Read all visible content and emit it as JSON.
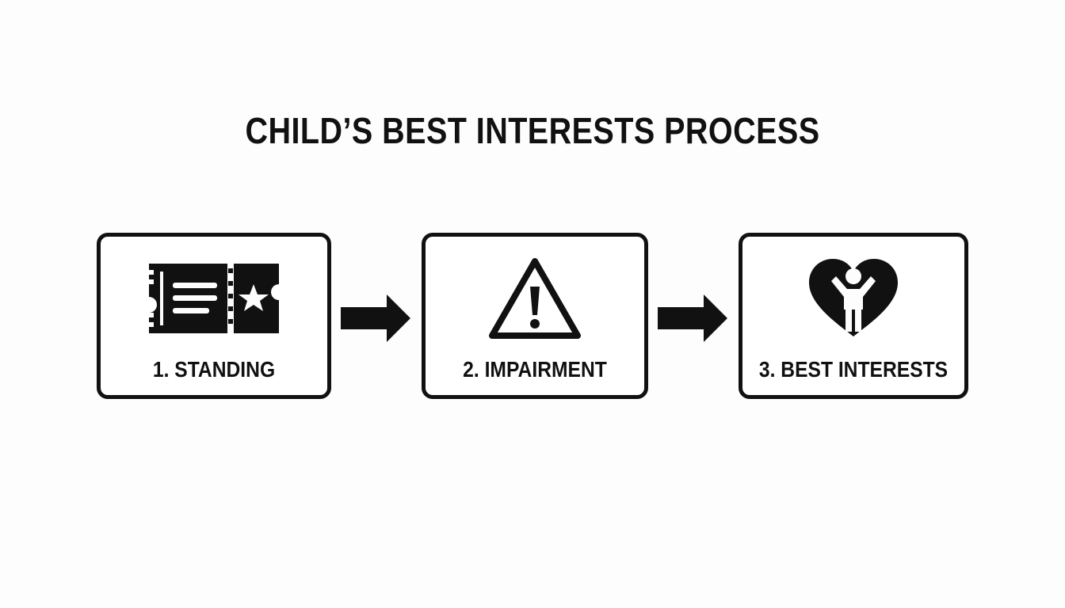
{
  "title": "CHILD’S BEST INTERESTS PROCESS",
  "steps": [
    {
      "label": "1. STANDING",
      "icon": "ticket-icon"
    },
    {
      "label": "2. IMPAIRMENT",
      "icon": "warning-triangle-icon"
    },
    {
      "label": "3. BEST INTERESTS",
      "icon": "heart-child-icon"
    }
  ],
  "colors": {
    "ink": "#111111",
    "background": "#fdfdfd"
  }
}
